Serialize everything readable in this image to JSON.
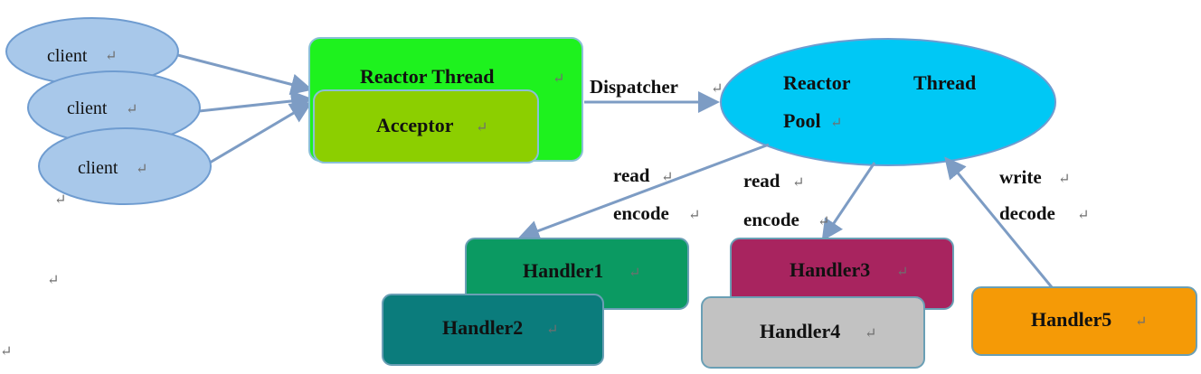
{
  "colors": {
    "client_fill": "#a8c8ea",
    "client_stroke": "#6f9cd0",
    "reactor_thread_fill": "#1ef21e",
    "acceptor_fill": "#8ccf00",
    "pool_fill": "#00c8f5",
    "handler1_fill": "#0b9a62",
    "handler2_fill": "#0b7c7c",
    "handler3_fill": "#a8245f",
    "handler4_fill": "#c2c2c2",
    "handler5_fill": "#f59a06",
    "arrow": "#7d9cc4"
  },
  "para_mark": "↵",
  "clients": [
    "client",
    "client",
    "client"
  ],
  "reactor_thread": {
    "label": "Reactor Thread"
  },
  "acceptor": {
    "label": "Acceptor"
  },
  "dispatcher": {
    "label": "Dispatcher"
  },
  "pool": {
    "line1_a": "Reactor",
    "line1_b": "Thread",
    "line2": "Pool"
  },
  "edges": {
    "left": {
      "line1": "read",
      "line2": "encode"
    },
    "middle": {
      "line1": "read",
      "line2": "encode"
    },
    "right": {
      "line1": "write",
      "line2": "decode"
    }
  },
  "handlers": [
    "Handler1",
    "Handler2",
    "Handler3",
    "Handler4",
    "Handler5"
  ]
}
